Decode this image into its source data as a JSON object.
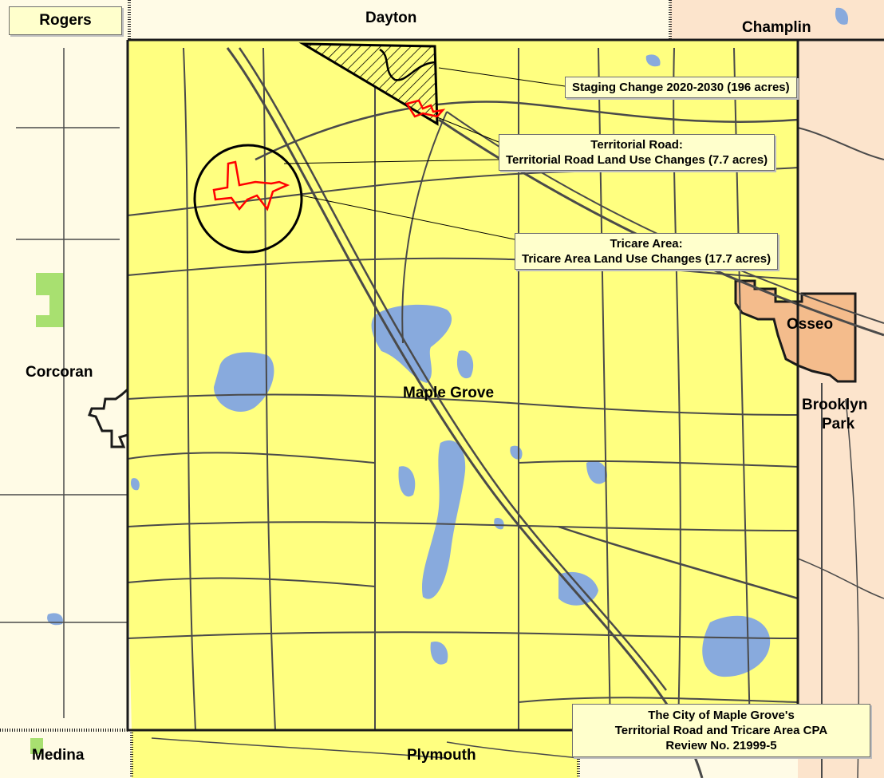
{
  "map": {
    "colors": {
      "study_city": "#ffff80",
      "neighbor_cream": "#fffbe6",
      "neighbor_peach": "#fce4cc",
      "osseo": "#f4bc8c",
      "water": "#88aadd",
      "park": "#a8e070",
      "roads": "#4a4a4a",
      "boundary": "#1a1a1a",
      "change_area": "#ff0000"
    },
    "labels": {
      "rogers": "Rogers",
      "dayton": "Dayton",
      "champlin": "Champlin",
      "corcoran": "Corcoran",
      "maple_grove": "Maple Grove",
      "osseo": "Osseo",
      "brooklyn_park_line1": "Brooklyn",
      "brooklyn_park_line2": "Park",
      "medina": "Medina",
      "plymouth": "Plymouth"
    },
    "callouts": {
      "staging": "Staging Change 2020-2030 (196 acres)",
      "territorial_line1": "Territorial Road:",
      "territorial_line2": "Territorial Road Land Use Changes (7.7 acres)",
      "tricare_line1": "Tricare Area:",
      "tricare_line2": "Tricare Area Land Use Changes (17.7 acres)"
    },
    "title_box": {
      "line1": "The City of Maple Grove's",
      "line2": "Territorial Road and Tricare Area CPA",
      "line3": "Review No. 21999-5"
    }
  }
}
